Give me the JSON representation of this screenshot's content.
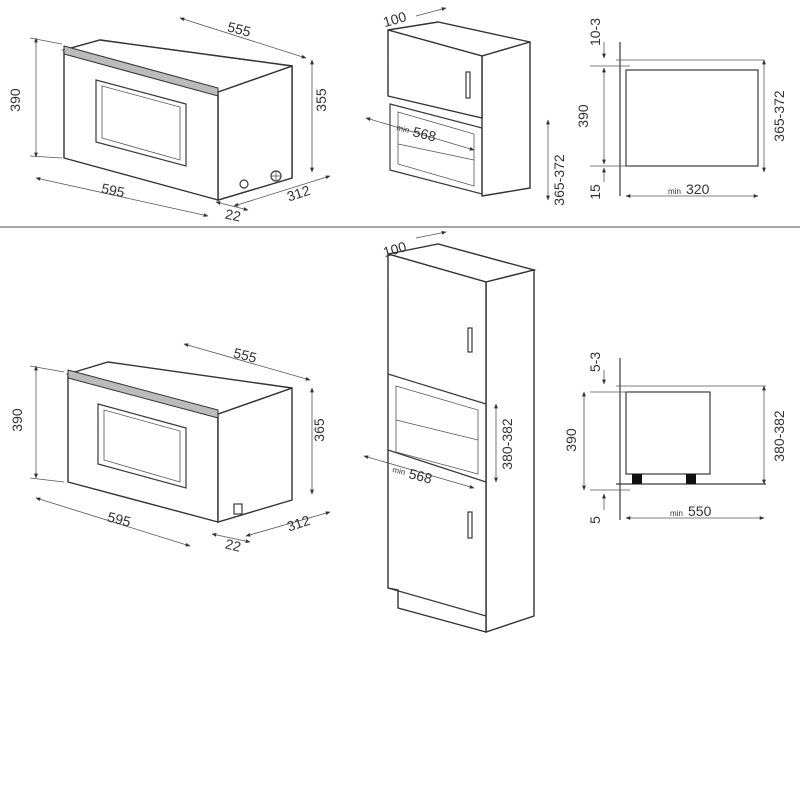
{
  "colors": {
    "line": "#333333",
    "text": "#333333",
    "background": "#ffffff",
    "divider": "#888888"
  },
  "top": {
    "oven": {
      "width": "555",
      "height": "390",
      "depth": "355",
      "front_width": "595",
      "side": "312",
      "offset": "22"
    },
    "cabinet": {
      "top_depth": "100",
      "min_prefix": "min",
      "niche": "568",
      "range": "365-372"
    },
    "section": {
      "gap_top": "10-3",
      "height": "390",
      "gap_bottom": "15",
      "range": "365-372",
      "min_prefix": "min",
      "depth": "320"
    }
  },
  "bottom": {
    "oven": {
      "width": "555",
      "height": "390",
      "depth": "365",
      "front_width": "595",
      "side": "312",
      "offset": "22"
    },
    "cabinet": {
      "top_depth": "100",
      "min_prefix": "min",
      "niche": "568",
      "range": "380-382"
    },
    "section": {
      "gap_top": "5-3",
      "height": "390",
      "gap_bottom": "5",
      "range": "380-382",
      "min_prefix": "min",
      "depth": "550"
    }
  }
}
